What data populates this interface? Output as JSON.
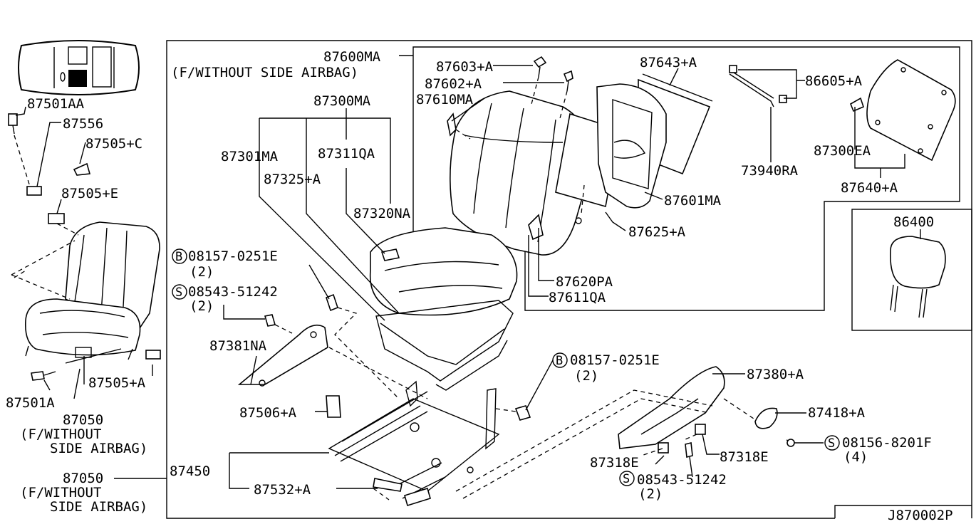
{
  "diagram_code": "J870002P",
  "labels": {
    "p87600MA": "87600MA",
    "fwithout_airbag_1": "(F/WITHOUT SIDE AIRBAG)",
    "p87603A": "87603+A",
    "p87602A": "87602+A",
    "p87610MA": "87610MA",
    "p87643A": "87643+A",
    "p86605A": "86605+A",
    "p87300EA": "87300EA",
    "p73940RA": "73940RA",
    "p87640A": "87640+A",
    "p87601MA": "87601MA",
    "p87625A": "87625+A",
    "p87620PA": "87620PA",
    "p87611QA": "87611QA",
    "p87300MA": "87300MA",
    "p87301MA": "87301MA",
    "p87311QA": "87311QA",
    "p87325A": "87325+A",
    "p87320NA": "87320NA",
    "p86400": "86400",
    "p87501AA": "87501AA",
    "p87556": "87556",
    "p87505C": "87505+C",
    "p87505E": "87505+E",
    "p87505A": "87505+A",
    "p87501A": "87501A",
    "p87050_a": "87050",
    "fwithout_a": "(F/WITHOUT",
    "side_airbag_a": "SIDE AIRBAG)",
    "p87050_b": "87050",
    "fwithout_b": "(F/WITHOUT",
    "side_airbag_b": "SIDE AIRBAG)",
    "b_08157_1": "08157-0251E",
    "b_qty_1": "(2)",
    "s_08543_1": "08543-51242",
    "s_qty_1": "(2)",
    "p87381NA": "87381NA",
    "p87506A": "87506+A",
    "p87450": "87450",
    "p87532A": "87532+A",
    "b_08157_2": "08157-0251E",
    "b_qty_2": "(2)",
    "p87380A": "87380+A",
    "p87418A": "87418+A",
    "s_08156": "08156-8201F",
    "s_qty_3": "(4)",
    "p87318E_1": "87318E",
    "p87318E_2": "87318E",
    "s_08543_2": "08543-51242",
    "s_qty_2": "(2)"
  },
  "callout_letters": {
    "b": "B",
    "s": "S"
  }
}
